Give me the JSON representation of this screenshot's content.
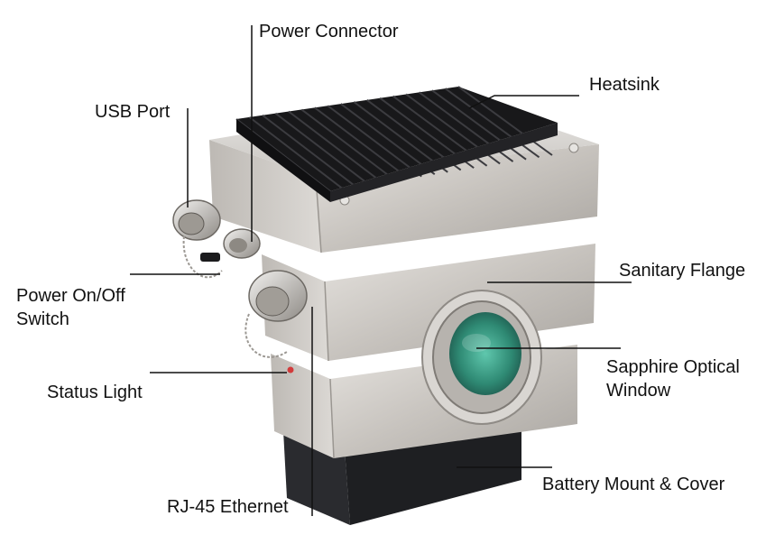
{
  "labels": {
    "power_connector": "Power Connector",
    "heatsink": "Heatsink",
    "usb_port": "USB Port",
    "sanitary_flange": "Sanitary Flange",
    "power_switch": [
      "Power On/Off",
      "Switch"
    ],
    "sapphire_window": [
      "Sapphire Optical",
      "Window"
    ],
    "status_light": "Status Light",
    "battery_mount": "Battery Mount & Cover",
    "rj45": "RJ-45 Ethernet"
  },
  "colors": {
    "steel_light": "#d9d6d2",
    "steel_mid": "#b9b5b0",
    "steel_dark": "#8f8b86",
    "heatsink": "#1c1c1e",
    "battery": "#1e1f22",
    "window_glass": "#3e9b86",
    "leader_line": "#111111",
    "status_led": "#d23b3b"
  }
}
